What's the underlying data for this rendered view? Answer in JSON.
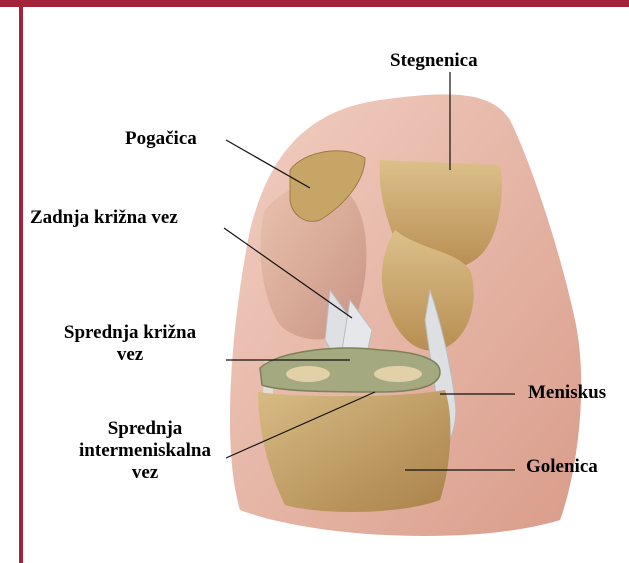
{
  "colors": {
    "border": "#a4223a",
    "skin": "#e8b9a8",
    "bone": "#c9a46a",
    "ligament": "#d9dbe0",
    "meniscus": "#9ea37a"
  },
  "labels": {
    "stegnenica": "Stegnenica",
    "pogacica": "Pogačica",
    "zadnja": "Zadnja križna vez",
    "sprednja_line1": "Sprednja križna",
    "sprednja_line2": "vez",
    "meniskus": "Meniskus",
    "intermeniskalna_line1": "Sprednja",
    "intermeniskalna_line2": "intermeniskalna",
    "intermeniskalna_line3": "vez",
    "golenica": "Golenica"
  }
}
